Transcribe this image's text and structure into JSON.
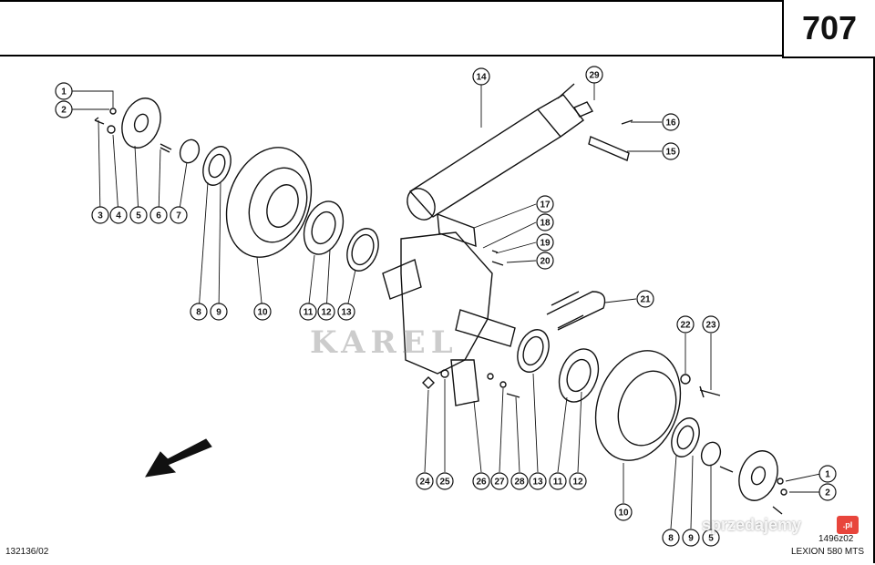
{
  "page_number": "707",
  "doc_ref_left": "132136/02",
  "doc_ref_right_top": "1496z02",
  "model": "LEXION 580 MTS",
  "watermark_text": "KAREL",
  "brand_watermark": "sprzedajemy",
  "brand_badge": ".pl",
  "callouts": {
    "c1a": "1",
    "c2a": "2",
    "c3": "3",
    "c4": "4",
    "c5a": "5",
    "c6": "6",
    "c7": "7",
    "c8a": "8",
    "c9a": "9",
    "c10a": "10",
    "c11a": "11",
    "c12a": "12",
    "c13a": "13",
    "c14": "14",
    "c15": "15",
    "c16": "16",
    "c17": "17",
    "c18": "18",
    "c19": "19",
    "c20": "20",
    "c21": "21",
    "c22": "22",
    "c23": "23",
    "c24": "24",
    "c25": "25",
    "c26": "26",
    "c27": "27",
    "c28": "28",
    "c13b": "13",
    "c11b": "11",
    "c12b": "12",
    "c10b": "10",
    "c8b": "8",
    "c9b": "9",
    "c1b": "1",
    "c2b": "2",
    "c29": "29",
    "c5b": "5"
  },
  "colors": {
    "ink": "#111111",
    "paper": "#ffffff",
    "watermark": "#787878",
    "badge": "#e8453c"
  }
}
